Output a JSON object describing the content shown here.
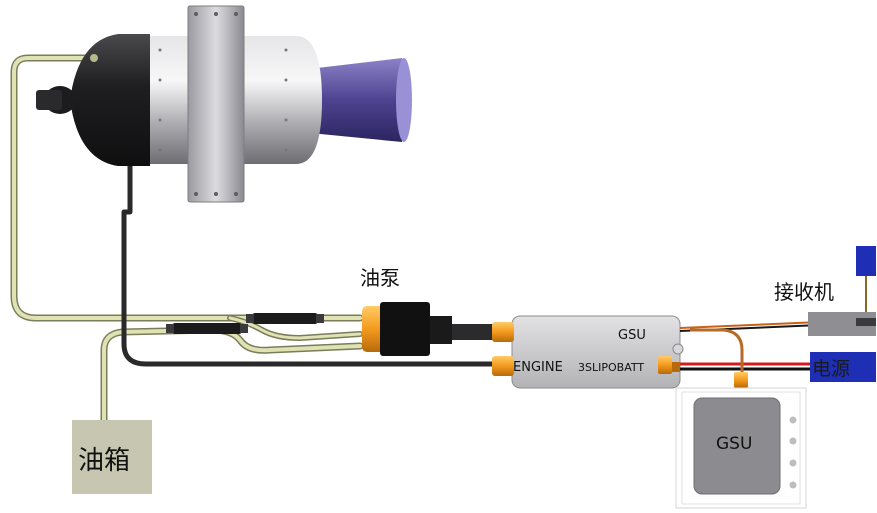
{
  "labels": {
    "pump": "油泵",
    "tank": "油箱",
    "receiver": "接收机",
    "power": "电源",
    "ecu_gsu_port": "GSU",
    "ecu_engine_port": "ENGINE",
    "ecu_batt_port": "3SLIPOBATT",
    "gsu_unit": "GSU"
  },
  "colors": {
    "fuel_line": "#d6d9a9",
    "cable_dark": "#3a3a3a",
    "ecu_body": "#c9c9cb",
    "connector_orange": "#f0a02b",
    "power_blue": "#1f2fb5",
    "engine_intake": "#2b2b2b",
    "engine_body": "#b9b9bb",
    "engine_exhaust": "#5a4fa0"
  }
}
